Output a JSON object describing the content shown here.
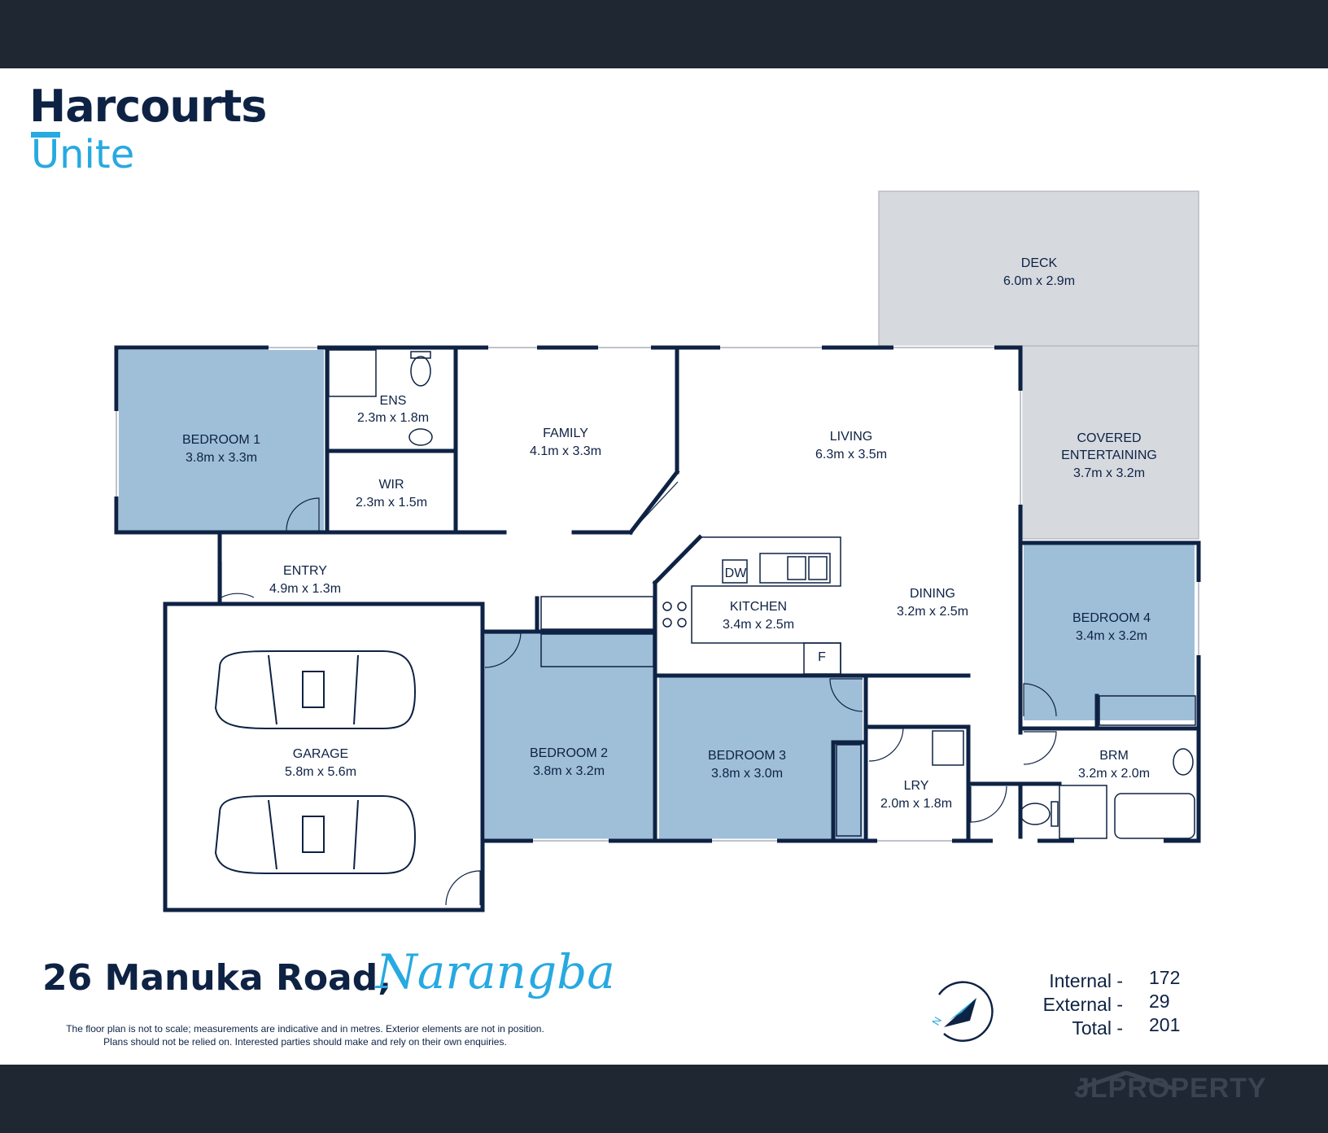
{
  "brand": {
    "name": "Harcourts",
    "sub": "Unite"
  },
  "colors": {
    "bar": "#1f2732",
    "navy": "#0e2244",
    "accent": "#27a9e1",
    "bedroom_fill": "#9fbfd8",
    "outdoor_fill": "#d6dadf"
  },
  "rooms": {
    "deck": {
      "name": "DECK",
      "size": "6.0m x 2.9m"
    },
    "covered": {
      "name1": "COVERED",
      "name2": "ENTERTAINING",
      "size": "3.7m x 3.2m"
    },
    "bedroom1": {
      "name": "BEDROOM 1",
      "size": "3.8m x 3.3m"
    },
    "ens": {
      "name": "ENS",
      "size": "2.3m x 1.8m"
    },
    "wir": {
      "name": "WIR",
      "size": "2.3m x 1.5m"
    },
    "family": {
      "name": "FAMILY",
      "size": "4.1m x 3.3m"
    },
    "living": {
      "name": "LIVING",
      "size": "6.3m x 3.5m"
    },
    "entry": {
      "name": "ENTRY",
      "size": "4.9m x 1.3m"
    },
    "kitchen": {
      "name": "KITCHEN",
      "size": "3.4m x 2.5m",
      "dw": "DW",
      "f": "F"
    },
    "dining": {
      "name": "DINING",
      "size": "3.2m x 2.5m"
    },
    "bedroom4": {
      "name": "BEDROOM 4",
      "size": "3.4m x 3.2m"
    },
    "garage": {
      "name": "GARAGE",
      "size": "5.8m x 5.6m"
    },
    "bedroom2": {
      "name": "BEDROOM 2",
      "size": "3.8m x 3.2m"
    },
    "bedroom3": {
      "name": "BEDROOM 3",
      "size": "3.8m x 3.0m"
    },
    "lry": {
      "name": "LRY",
      "size": "2.0m x 1.8m"
    },
    "brm": {
      "name": "BRM",
      "size": "3.2m x 2.0m"
    }
  },
  "address": {
    "street": "26 Manuka Road,",
    "suburb": "Narangba"
  },
  "disclaimer": {
    "line1": "The floor plan is not to scale; measurements are indicative and in metres. Exterior elements are not in position.",
    "line2": "Plans should not be relied on. Interested parties should make and rely on their own enquiries."
  },
  "areas": [
    {
      "label": "Internal -",
      "value": "172"
    },
    {
      "label": "External -",
      "value": "29"
    },
    {
      "label": "Total -",
      "value": "201"
    }
  ],
  "compass": {
    "north_letter": "N",
    "icon": "compass-north-arrow-icon"
  },
  "watermark": {
    "text": "JLPROPERTY"
  }
}
